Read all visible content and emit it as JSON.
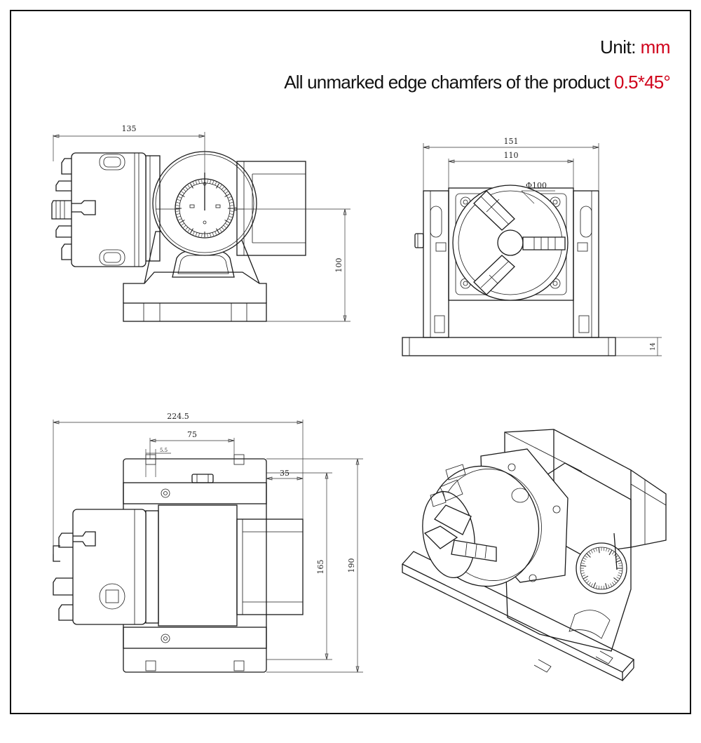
{
  "header": {
    "unit_label": "Unit:",
    "unit_value": "mm",
    "note_text": "All unmarked edge chamfers of the product",
    "note_value": "0.5*45°"
  },
  "dimensions": {
    "side_width": "135",
    "side_height": "100",
    "front_width": "151",
    "front_inner": "110",
    "chuck_diameter": "Φ100",
    "base_thickness": "14",
    "top_total": "224.5",
    "top_offset": "75",
    "top_small": "5.5",
    "top_35": "35",
    "top_165": "165",
    "top_190": "190"
  },
  "colors": {
    "accent": "#d0021b",
    "line": "#1a1a1a"
  }
}
